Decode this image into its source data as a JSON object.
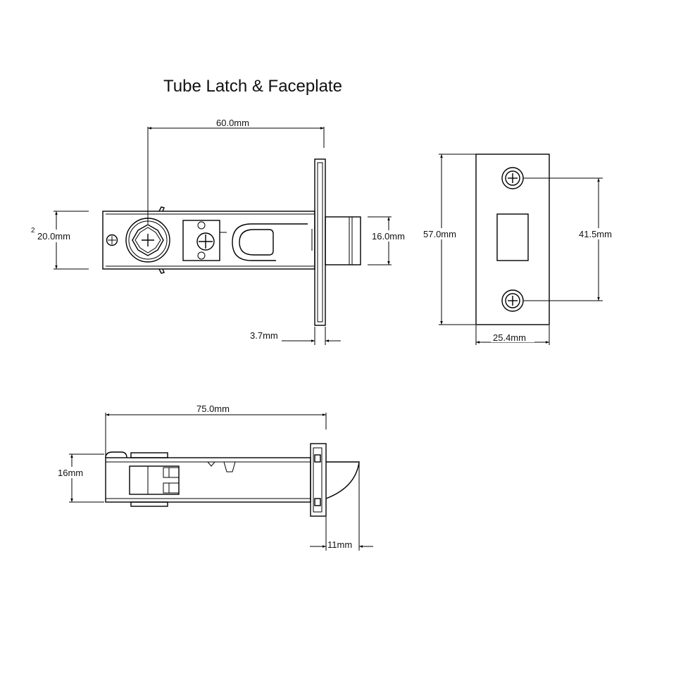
{
  "title": "Tube Latch & Faceplate",
  "dimensions": {
    "backset": "60.0mm",
    "body_height_prefix": "2",
    "body_height": "20.0mm",
    "bolt_height": "16.0mm",
    "faceplate_thickness": "3.7mm",
    "faceplate_height": "57.0mm",
    "screw_centers": "41.5mm",
    "faceplate_width": "25.4mm",
    "overall_length": "75.0mm",
    "side_height": "16mm",
    "bolt_projection": "11mm"
  }
}
